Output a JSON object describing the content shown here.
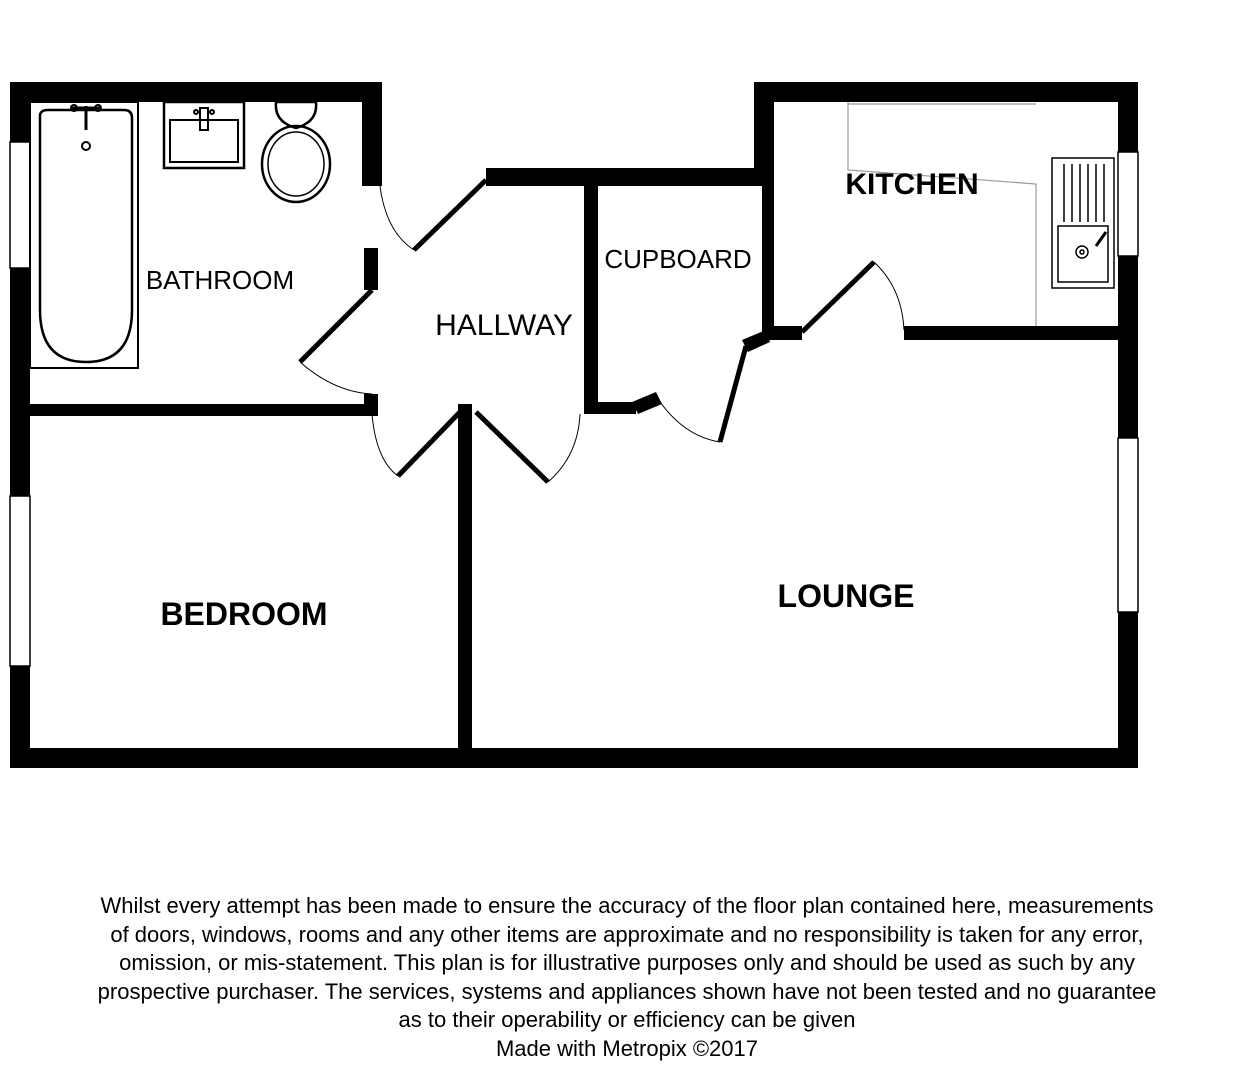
{
  "rooms": {
    "bathroom": "BATHROOM",
    "hallway": "HALLWAY",
    "cupboard": "CUPBOARD",
    "kitchen": "KITCHEN",
    "bedroom": "BEDROOM",
    "lounge": "LOUNGE"
  },
  "disclaimer": {
    "lines": [
      "Whilst every attempt has been made to ensure the accuracy of the floor plan contained here, measurements",
      "of doors, windows, rooms and any other items are approximate and no responsibility is taken for any error,",
      "omission, or mis-statement. This plan is for illustrative purposes only and should be used as such by any",
      "prospective purchaser. The services, systems and appliances shown have not been tested and no guarantee",
      "as to their operability or efficiency can be given"
    ],
    "credit": "Made with Metropix ©2017"
  },
  "colors": {
    "wall": "#000000",
    "background": "#ffffff",
    "fixture": "#000000"
  }
}
